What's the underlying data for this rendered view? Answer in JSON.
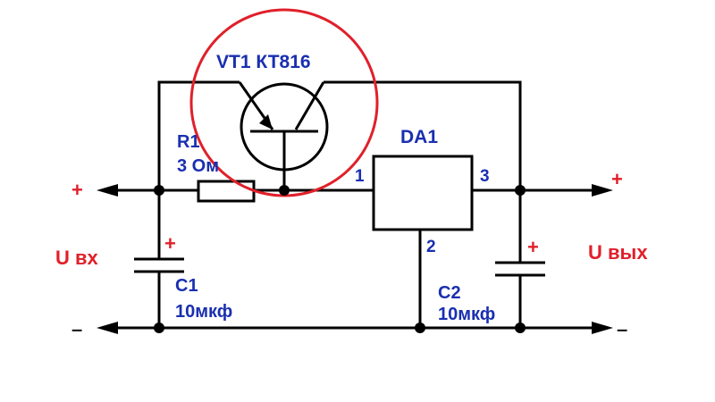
{
  "transistor": {
    "label": "VT1 КТ816"
  },
  "resistor": {
    "designator": "R1",
    "value": "3 Ом"
  },
  "regulator": {
    "designator": "DA1",
    "pin_in": "1",
    "pin_gnd": "2",
    "pin_out": "3"
  },
  "cap_in": {
    "designator": "C1",
    "value": "10мкф",
    "polarity": "+"
  },
  "cap_out": {
    "designator": "C2",
    "value": "10мкф",
    "polarity": "+"
  },
  "input": {
    "label": "U вх",
    "plus": "+",
    "minus": "–"
  },
  "output": {
    "label": "U вых",
    "plus": "+",
    "minus": "–"
  },
  "colors": {
    "label_blue": "#1a2fb0",
    "label_red": "#e0202a",
    "highlight_circle": "#e0202a",
    "wire": "#000000"
  }
}
